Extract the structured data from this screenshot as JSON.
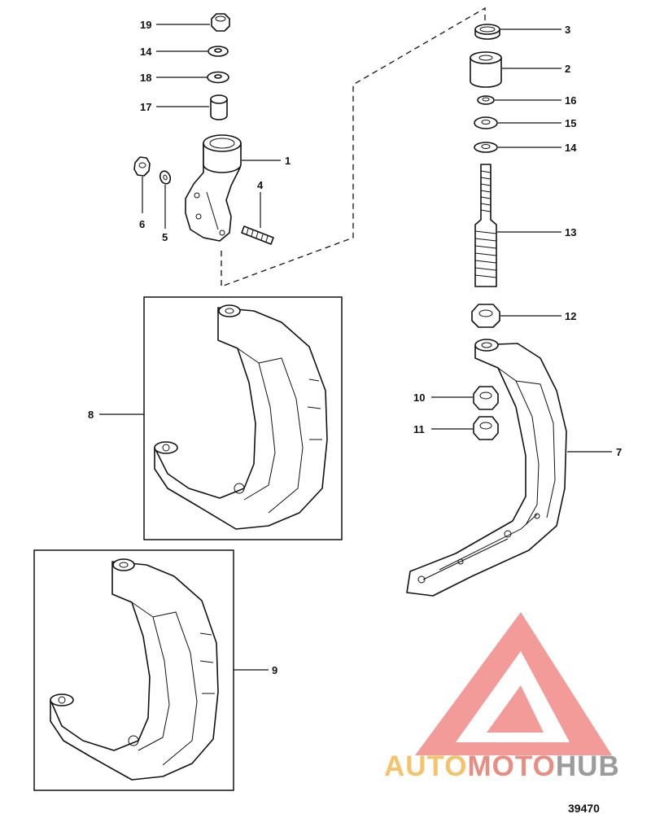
{
  "drawing_number": "39470",
  "watermark": {
    "part1": "AUTO",
    "part2": "MOTO",
    "part3": "HUB",
    "colors": {
      "auto": "#f5c36a",
      "moto": "#e98d82",
      "hub": "#9b9b9b",
      "logo": "#f08a86"
    }
  },
  "callouts": [
    {
      "id": "c19",
      "label": "19"
    },
    {
      "id": "c14a",
      "label": "14"
    },
    {
      "id": "c18",
      "label": "18"
    },
    {
      "id": "c17",
      "label": "17"
    },
    {
      "id": "c1",
      "label": "1"
    },
    {
      "id": "c4",
      "label": "4"
    },
    {
      "id": "c6",
      "label": "6"
    },
    {
      "id": "c5",
      "label": "5"
    },
    {
      "id": "c3",
      "label": "3"
    },
    {
      "id": "c2",
      "label": "2"
    },
    {
      "id": "c16",
      "label": "16"
    },
    {
      "id": "c15",
      "label": "15"
    },
    {
      "id": "c14b",
      "label": "14"
    },
    {
      "id": "c13",
      "label": "13"
    },
    {
      "id": "c12",
      "label": "12"
    },
    {
      "id": "c10",
      "label": "10"
    },
    {
      "id": "c11",
      "label": "11"
    },
    {
      "id": "c7",
      "label": "7"
    },
    {
      "id": "c8",
      "label": "8"
    },
    {
      "id": "c9",
      "label": "9"
    }
  ]
}
